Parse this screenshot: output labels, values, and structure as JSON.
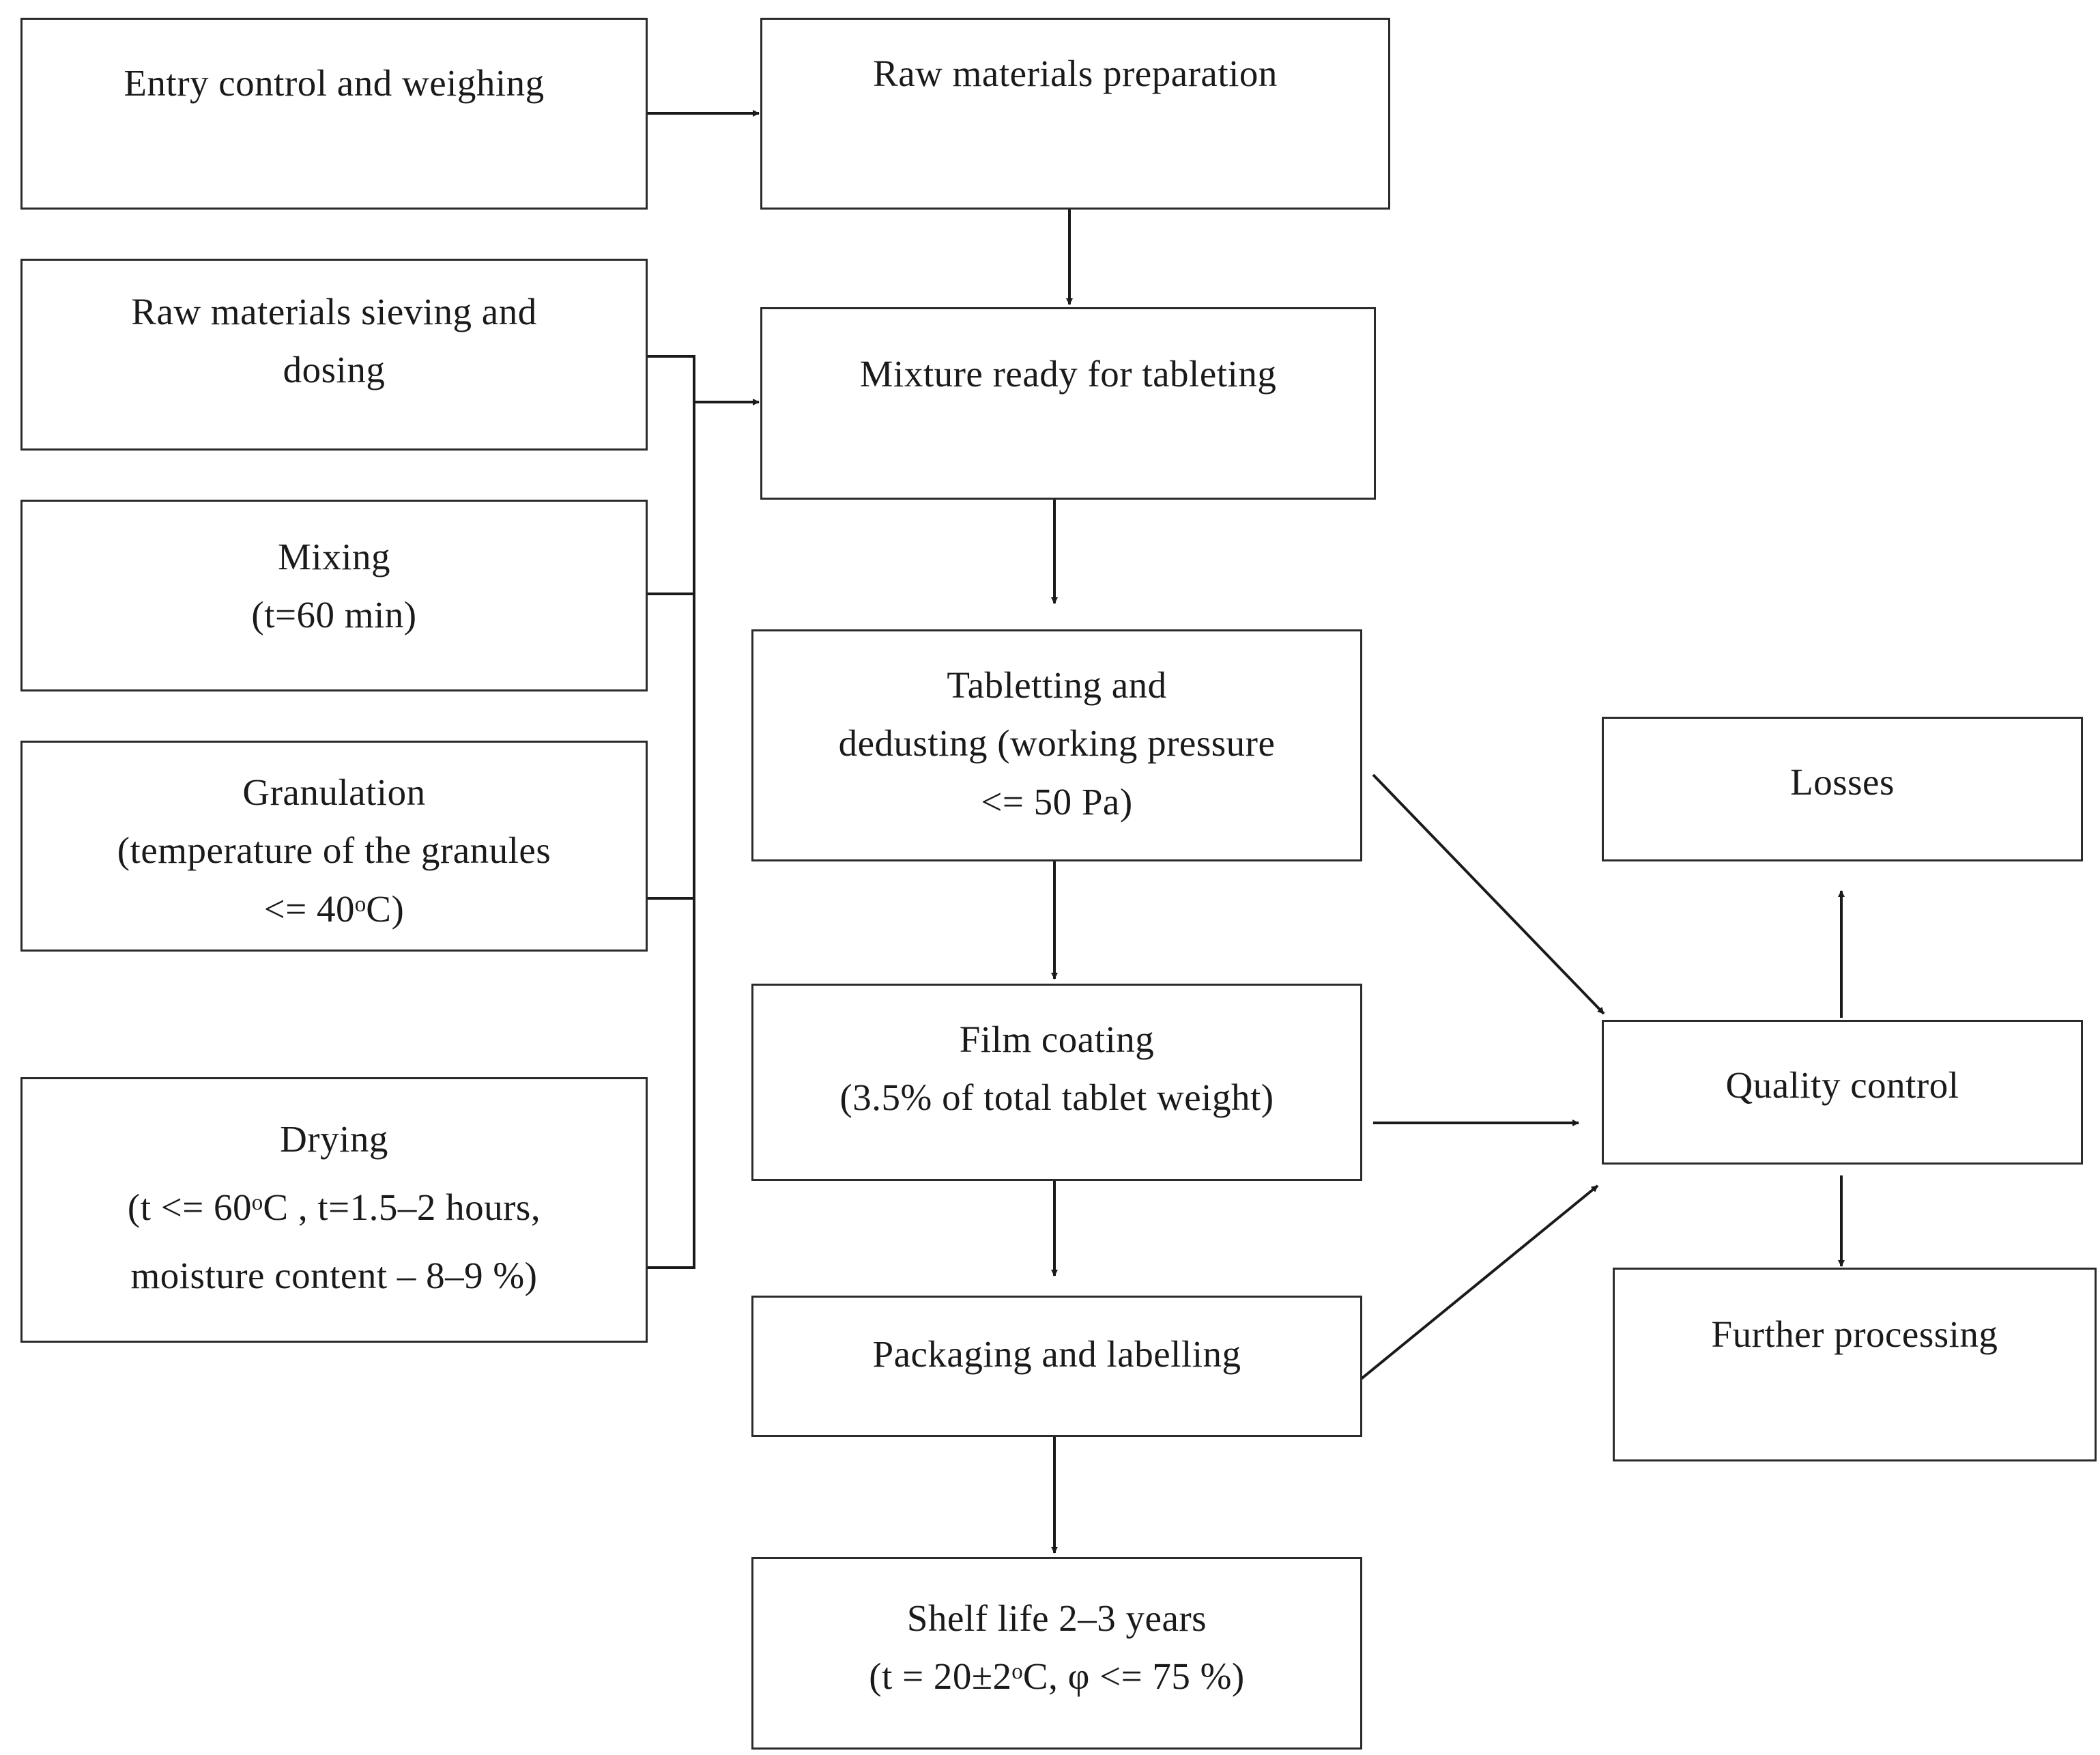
{
  "diagram": {
    "left_steps": {
      "entry_control": [
        "Entry control and weighing"
      ],
      "sieving_dosing": [
        "Raw materials sieving and",
        "dosing"
      ],
      "mixing": [
        "Mixing",
        "(t=60 min)"
      ],
      "granulation": [
        "Granulation",
        "(temperature of the granules",
        "<= 40ᵒC)"
      ],
      "drying": [
        "Drying",
        "(t <= 60ᵒC , t=1.5–2 hours,",
        "moisture content – 8–9 %)"
      ]
    },
    "center_steps": {
      "raw_materials_preparation": [
        "Raw materials preparation"
      ],
      "mixture_ready": [
        "Mixture ready for tableting"
      ],
      "tabletting": [
        "Tabletting and",
        "dedusting (working pressure",
        "<= 50 Pa)"
      ],
      "film_coating": [
        "Film coating",
        "(3.5% of total tablet weight)"
      ],
      "packaging": [
        "Packaging and labelling"
      ],
      "shelf_life": [
        "Shelf life  2–3 years",
        "(t = 20±2ᵒC, φ <= 75 %)"
      ]
    },
    "right_steps": {
      "losses": [
        "Losses"
      ],
      "quality_control": [
        "Quality control"
      ],
      "further_processing": [
        "Further processing"
      ]
    }
  }
}
